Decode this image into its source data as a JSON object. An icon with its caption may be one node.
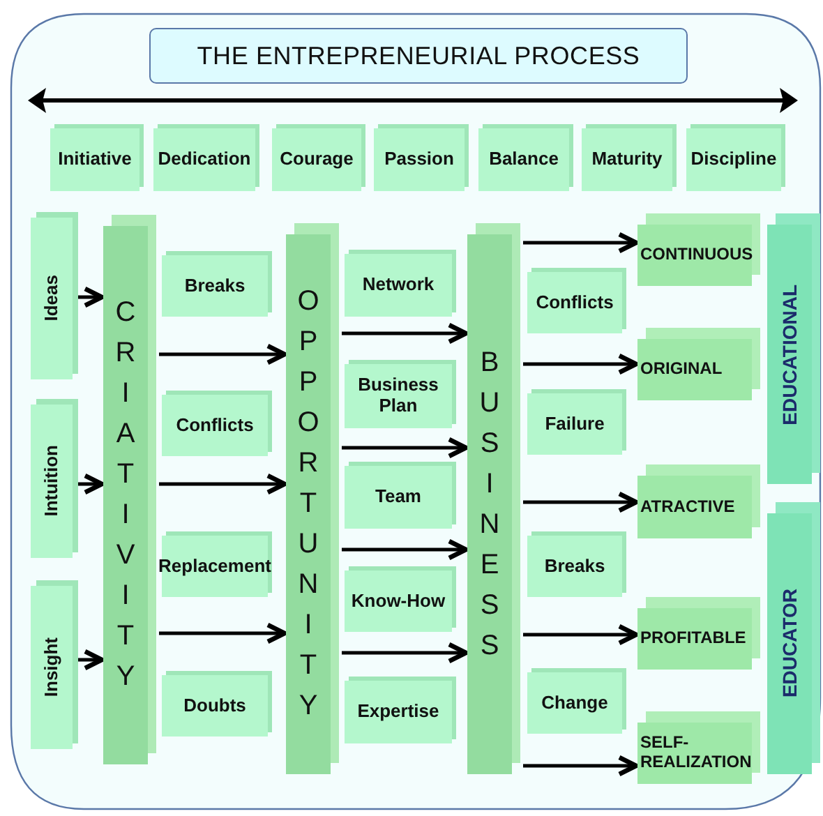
{
  "diagram": {
    "title": "THE ENTREPRENEURIAL PROCESS",
    "nodes": [
      {
        "text": [
          "Initiative"
        ]
      },
      {
        "text": [
          "Dedication"
        ]
      },
      {
        "text": [
          "Courage"
        ]
      },
      {
        "text": [
          "Passion"
        ]
      },
      {
        "text": [
          "Balance"
        ]
      },
      {
        "text": [
          "Maturity"
        ]
      },
      {
        "text": [
          "Discipline"
        ]
      },
      {
        "text": [
          "Ideas"
        ]
      },
      {
        "text": [
          "Intuition"
        ]
      },
      {
        "text": [
          "Insight"
        ]
      },
      {
        "text": [
          "CRIATIVITY"
        ]
      },
      {
        "text": [
          "Breaks"
        ]
      },
      {
        "text": [
          "Conflicts"
        ]
      },
      {
        "text": [
          "Replacement"
        ]
      },
      {
        "text": [
          "Doubts"
        ]
      },
      {
        "text": [
          "OPPORTUNITY"
        ]
      },
      {
        "text": [
          "Network"
        ]
      },
      {
        "text": [
          "Business Plan"
        ]
      },
      {
        "text": [
          "Team"
        ]
      },
      {
        "text": [
          "Know-How"
        ]
      },
      {
        "text": [
          "Expertise"
        ]
      },
      {
        "text": [
          "BUSINESS"
        ]
      },
      {
        "text": [
          "Conflicts"
        ]
      },
      {
        "text": [
          "Failure"
        ]
      },
      {
        "text": [
          "Breaks"
        ]
      },
      {
        "text": [
          "Change"
        ]
      },
      {
        "text": [
          "CONTINUOUS"
        ]
      },
      {
        "text": [
          "ORIGINAL"
        ]
      },
      {
        "text": [
          "ATRACTIVE"
        ]
      },
      {
        "text": [
          "PROFITABLE"
        ]
      },
      {
        "text": [
          "SELF-REALIZATION"
        ]
      },
      {
        "text": [
          "EDUCATIONAL"
        ]
      },
      {
        "text": [
          "EDUCATOR"
        ]
      }
    ],
    "edges": [
      {
        "from": 7,
        "to": 10,
        "arrow": "to"
      },
      {
        "from": 8,
        "to": 10,
        "arrow": "to"
      },
      {
        "from": 9,
        "to": 10,
        "arrow": "to"
      },
      {
        "from": 10,
        "to": 15,
        "arrow": "to"
      },
      {
        "from": 10,
        "to": 15,
        "arrow": "to"
      },
      {
        "from": 10,
        "to": 15,
        "arrow": "to"
      },
      {
        "from": 15,
        "to": 21,
        "arrow": "to"
      },
      {
        "from": 15,
        "to": 21,
        "arrow": "to"
      },
      {
        "from": 15,
        "to": 21,
        "arrow": "to"
      },
      {
        "from": 15,
        "to": 21,
        "arrow": "to"
      },
      {
        "from": 21,
        "to": 26,
        "arrow": "to"
      },
      {
        "from": 21,
        "to": 27,
        "arrow": "to"
      },
      {
        "from": 21,
        "to": 28,
        "arrow": "to"
      },
      {
        "from": 21,
        "to": 29,
        "arrow": "to"
      },
      {
        "from": 21,
        "to": 30,
        "arrow": "to"
      }
    ]
  }
}
